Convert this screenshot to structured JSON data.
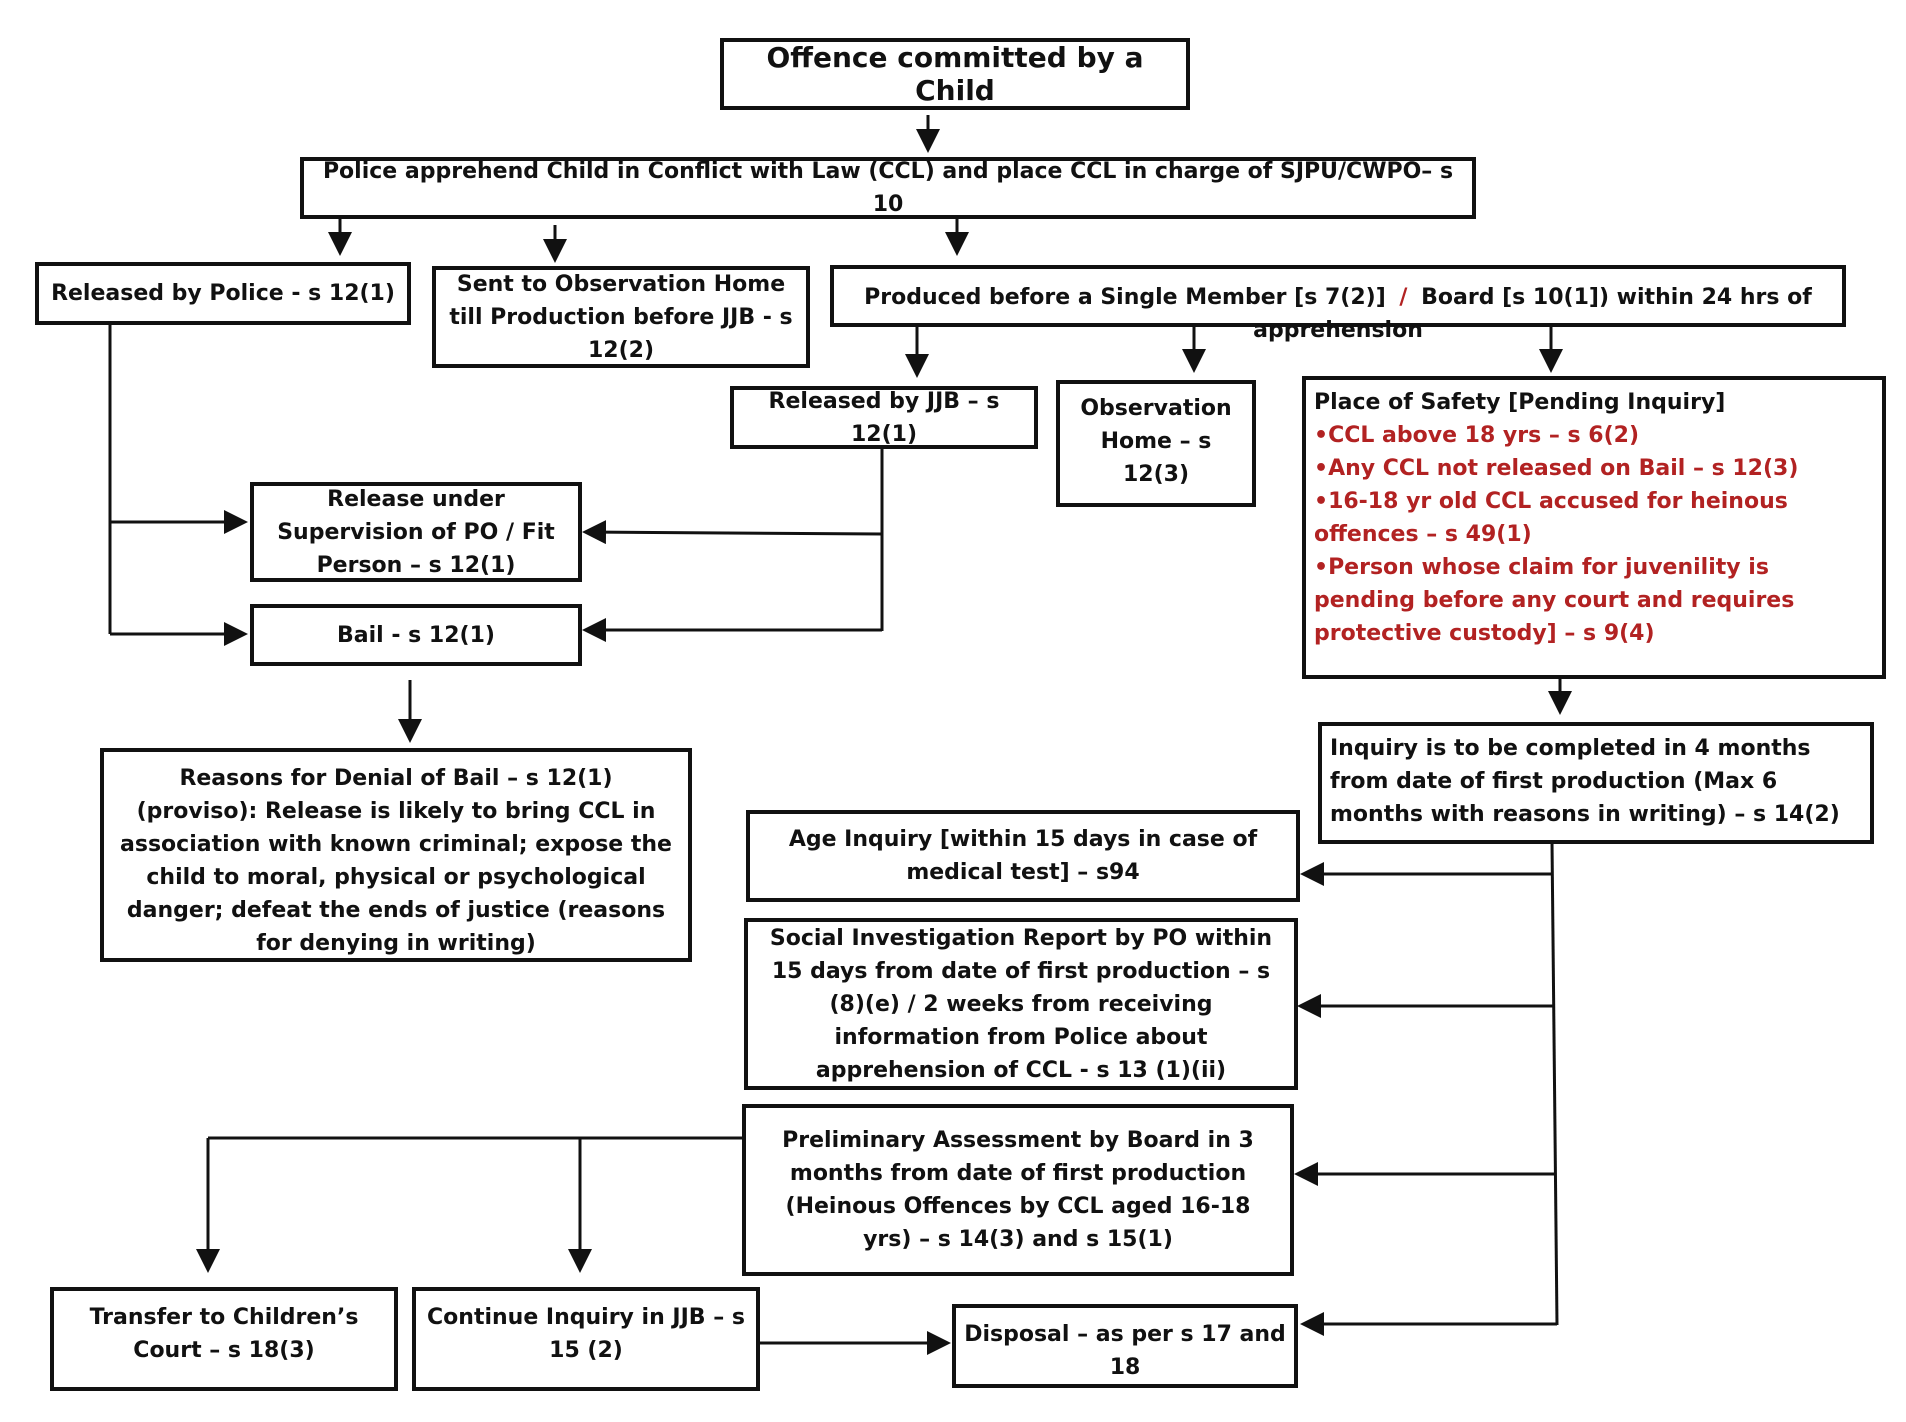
{
  "nodes": {
    "offence": "Offence committed by a Child",
    "apprehend": "Police apprehend Child in Conflict with Law (CCL) and place CCL in charge of SJPU/CWPO– s 10",
    "released_police": "Released by Police - s 12(1)",
    "sent_observation": "Sent to Observation Home till Production before JJB - s 12(2)",
    "produced": {
      "before": "Produced before a Single Member [s 7(2)]",
      "slash": "/",
      "after": "Board [s 10(1]) within 24 hrs of apprehension"
    },
    "released_jjb": "Released by JJB – s 12(1)",
    "observation_home": "Observation Home – s 12(3)",
    "place_of_safety": {
      "heading": "Place of Safety [Pending Inquiry]",
      "items": [
        "CCL above 18 yrs – s 6(2)",
        "Any CCL not released on Bail – s 12(3)",
        "16-18 yr old CCL accused for heinous offences – s 49(1)",
        "Person whose claim for juvenility is pending before any court and requires protective custody] – s 9(4)"
      ]
    },
    "release_supervision": "Release under Supervision of PO / Fit Person – s 12(1)",
    "bail": "Bail  - s 12(1)",
    "denial_of_bail": "Reasons for Denial of Bail – s 12(1) (proviso): Release is likely to bring CCL in association with known criminal; expose the child to moral, physical or psychological danger; defeat the ends of justice (reasons for denying in writing)",
    "inquiry": "Inquiry is to be completed in 4 months from date of first production (Max 6 months with reasons in writing) – s 14(2)",
    "age_inquiry": "Age Inquiry [within 15 days in case of medical test] – s94",
    "social_investigation": "Social Investigation Report by PO within 15 days from date of first production – s (8)(e)  / 2 weeks  from receiving information from Police about apprehension of CCL - s 13 (1)(ii)",
    "preliminary_assessment": {
      "line1": "Preliminary Assessment by Board in 3 months from date of first production",
      "line2": "(Heinous Offences by CCL aged 16-18 yrs) – s 14(3) and s 15(1)"
    },
    "transfer": "Transfer to Children’s Court – s 18(3)",
    "continue_inquiry": "Continue Inquiry in JJB – s 15 (2)",
    "disposal": "Disposal – as per s 17 and 18"
  },
  "colors": {
    "ink": "#111111",
    "emphasis_red": "#b22222",
    "background": "#ffffff"
  }
}
